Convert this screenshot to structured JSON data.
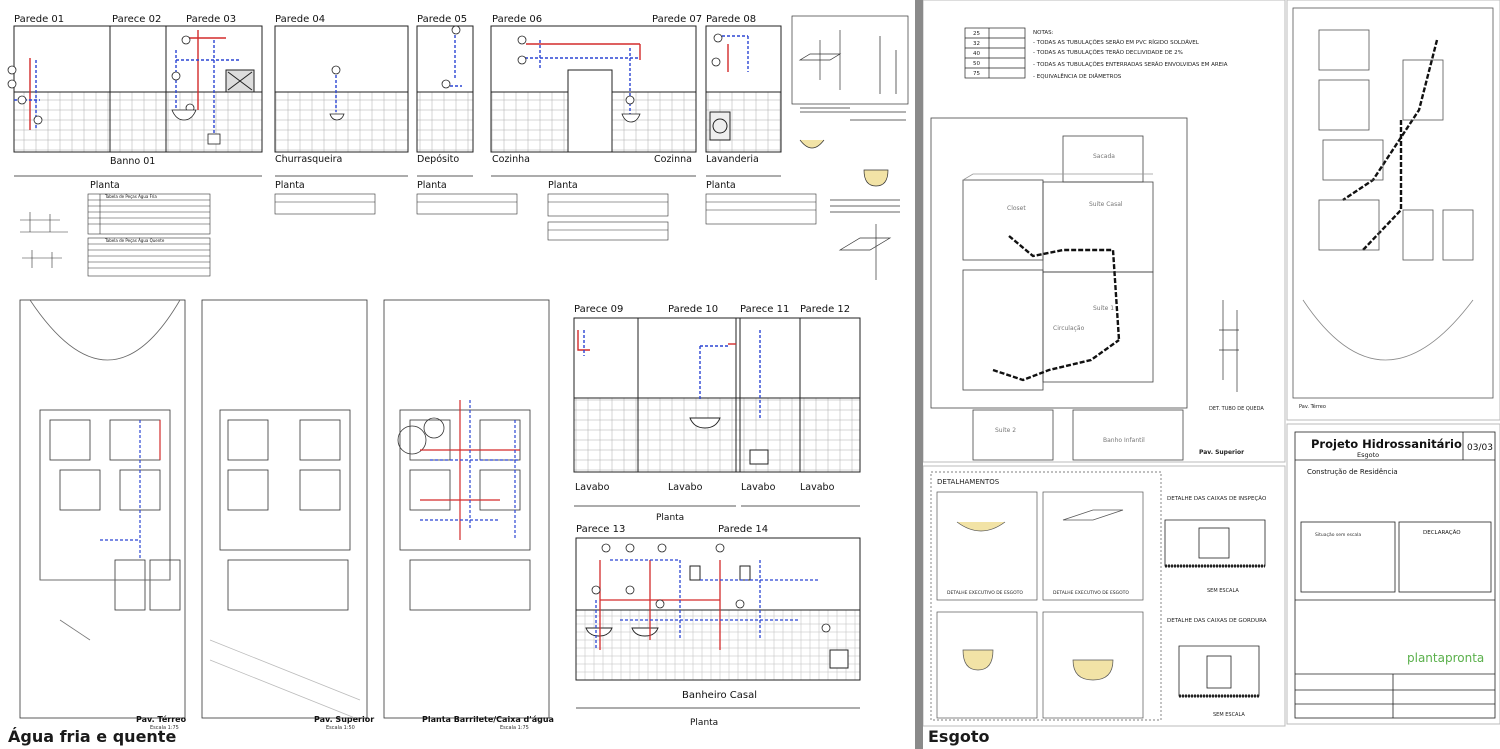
{
  "captions": {
    "left": "Água fria e quente",
    "right": "Esgoto"
  },
  "walls_top": [
    "Parede 01",
    "Parece 02",
    "Parede 03",
    "Parede 04",
    "Parede 05",
    "Parede 06",
    "Parede 07",
    "Parede 08"
  ],
  "rooms_top": [
    "Banno 01",
    "Churrasqueira",
    "Depósito",
    "Cozinha",
    "Cozinna",
    "Lavanderia"
  ],
  "plan_label": "Planta",
  "table_cold": "Tabela de Peças Água Fria",
  "table_hot": "Tabela de Peças Água Quente",
  "walls_mid": [
    "Parece 09",
    "Parede 10",
    "Parece 11",
    "Parede 12"
  ],
  "rooms_mid": [
    "Lavabo",
    "Lavabo",
    "Lavabo",
    "Lavabo"
  ],
  "walls_low": [
    "Parece 13",
    "Parede 14"
  ],
  "room_low": "Banheiro Casal",
  "floor_labels": [
    "Pav. Térreo",
    "Pav. Superior",
    "Planta Barrilete/Caixa d'água"
  ],
  "scales": [
    "Escala 1:75",
    "Escala 1:50",
    "Escala 1:75"
  ],
  "esgoto": {
    "notes_title": "NOTAS:",
    "notes": [
      "- TODAS AS TUBULAÇÕES SERÃO EM PVC RÍGIDO SOLDÁVEL",
      "- TODAS AS TUBULAÇÕES TERÃO DECLIVIDADE DE 2%",
      "- TODAS AS TUBULAÇÕES ENTERRADAS SERÃO ENVOLVIDAS EM AREIA",
      "- EQUIVALÊNCIA DE DIÂMETROS"
    ],
    "diam_rows": [
      "25",
      "32",
      "40",
      "50",
      "75"
    ],
    "rooms": [
      "Sacada",
      "Closet",
      "Suíte Casal",
      "Suíte 1",
      "Suíte 2",
      "Banho Infantil",
      "Circulação"
    ],
    "floor_label": "Pav. Superior",
    "floor_label2": "Pav. Térreo",
    "detail_section": "DETALHAMENTOS",
    "detail_inspecao": "DETALHE DAS CAIXAS DE INSPEÇÃO",
    "detail_gordura": "DETALHE DAS CAIXAS DE GORDURA",
    "sem_escala": "SEM ESCALA",
    "detail_sink": "DETALHE EXECUTIVO DE ESGOTO",
    "detail_tubo": "DET. TUBO DE QUEDA",
    "stamp_title": "Projeto Hidrossanitário",
    "stamp_sub": "Esgoto",
    "stamp_sheet": "03/03",
    "stamp_work": "Construção de Residência",
    "stamp_situation": "Situação sem escala",
    "stamp_decl": "DECLARAÇÃO",
    "brand": "plantapronta"
  }
}
